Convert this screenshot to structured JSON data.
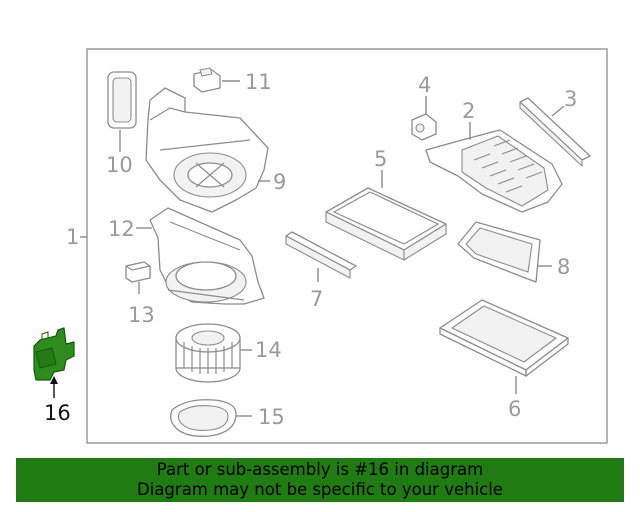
{
  "diagram": {
    "callouts": {
      "c1": "1",
      "c2": "2",
      "c3": "3",
      "c4": "4",
      "c5": "5",
      "c6": "6",
      "c7": "7",
      "c8": "8",
      "c9": "9",
      "c10": "10",
      "c11": "11",
      "c12": "12",
      "c13": "13",
      "c14": "14",
      "c15": "15",
      "c16": "16"
    },
    "highlight_color": "#2e8b1e"
  },
  "banner": {
    "line1": "Part or sub-assembly is #16 in diagram",
    "line2": "Diagram may not be specific to your vehicle",
    "background": "#1f7b12"
  }
}
